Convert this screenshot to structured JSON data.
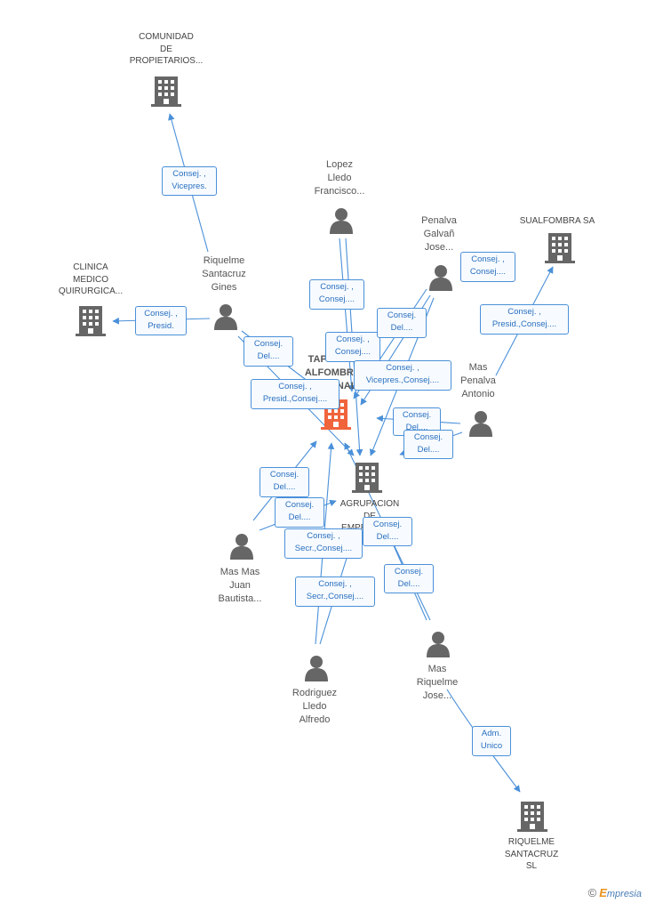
{
  "colors": {
    "edge": "#4a90d9",
    "node_icon": "#666666",
    "focus_icon": "#f0643c",
    "label_border": "#4a90d9"
  },
  "nodes": {
    "comunidad": {
      "label": "COMUNIDAD\nDE\nPROPIETARIOS...",
      "type": "company",
      "icon": "building-icon"
    },
    "clinica": {
      "label": "CLINICA\nMEDICO\nQUIRURGICA...",
      "type": "company",
      "icon": "building-icon"
    },
    "sualfombra": {
      "label": "SUALFOMBRA SA",
      "type": "company",
      "icon": "building-icon"
    },
    "tapizados": {
      "label": "TAPIZADOS\nALFOMBRAS\nFACIONAL...",
      "type": "focus-company",
      "icon": "building-icon"
    },
    "agrupacion": {
      "label": "AGRUPACION\nDE\nEMPRESAS...",
      "type": "company",
      "icon": "building-icon"
    },
    "riquelme_sl": {
      "label": "RIQUELME\nSANTACRUZ\nSL",
      "type": "company",
      "icon": "building-icon"
    },
    "lopez": {
      "label": "Lopez\nLledo\nFrancisco...",
      "type": "person",
      "icon": "person-icon"
    },
    "penalva": {
      "label": "Penalva\nGalvañ\nJose...",
      "type": "person",
      "icon": "person-icon"
    },
    "riquelme_gines": {
      "label": "Riquelme\nSantacruz\nGines",
      "type": "person",
      "icon": "person-icon"
    },
    "mas_penalva": {
      "label": "Mas\nPenalva\nAntonio",
      "type": "person",
      "icon": "person-icon"
    },
    "mas_mas": {
      "label": "Mas Mas\nJuan\nBautista...",
      "type": "person",
      "icon": "person-icon"
    },
    "rodriguez": {
      "label": "Rodriguez\nLledo\nAlfredo",
      "type": "person",
      "icon": "person-icon"
    },
    "mas_riquelme": {
      "label": "Mas\nRiquelme\nJose...",
      "type": "person",
      "icon": "person-icon"
    }
  },
  "edge_labels": {
    "rg_comunidad": "Consej. ,\nVicepres.",
    "rg_clinica": "Consej. ,\nPresid.",
    "rg_agrup": "Consej.\nDel....",
    "rg_tapiz": "Consej. ,\nPresid.,Consej....",
    "lopez_a": "Consej. ,\nConsej....",
    "lopez_b": "Consej. ,\nConsej....",
    "pen_a": "Consej. ,\nConsej....",
    "pen_b": "Consej.\nDel....",
    "pen_c": "Consej. ,\nVicepres.,Consej....",
    "map_sual": "Consej. ,\nPresid.,Consej....",
    "map_tapiz": "Consej.\nDel....",
    "map_agrup": "Consej.\nDel....",
    "mm_tapiz": "Consej.\nDel....",
    "mm_agrup": "Consej.\nDel....",
    "rod_a": "Consej. ,\nSecr.,Consej....",
    "rod_b": "Consej. ,\nSecr.,Consej....",
    "mr_a": "Consej.\nDel....",
    "mr_b": "Consej.\nDel....",
    "mr_sl": "Adm.\nUnico"
  },
  "brand": {
    "copyright": "©",
    "name_first": "E",
    "name_rest": "mpresia"
  }
}
